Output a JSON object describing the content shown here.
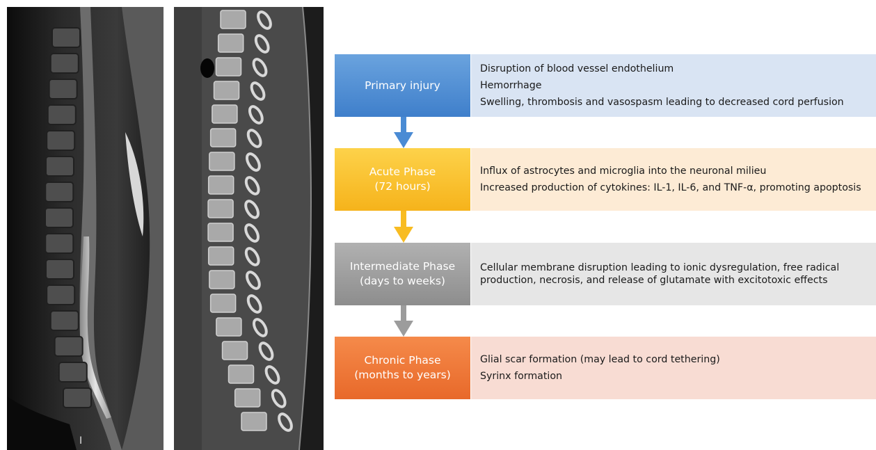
{
  "colors": {
    "primary": "#4a8bd4",
    "acute": "#f8bc22",
    "intermediate": "#9c9c9c",
    "chronic": "#ed7533"
  },
  "images": {
    "mri": "sagittal T2 MRI of spine",
    "ct": "sagittal CT of spine",
    "mri_marker": "I"
  },
  "phases": [
    {
      "title_lines": [
        "Primary injury"
      ],
      "descriptions": [
        "Disruption of blood vessel endothelium",
        "Hemorrhage",
        "Swelling, thrombosis and vasospasm leading to decreased cord perfusion"
      ]
    },
    {
      "title_lines": [
        "Acute Phase",
        "(72 hours)"
      ],
      "descriptions": [
        "Influx of astrocytes and microglia into the neuronal milieu",
        "Increased production of cytokines: IL-1, IL-6, and TNF-α, promoting apoptosis"
      ]
    },
    {
      "title_lines": [
        "Intermediate Phase",
        "(days to weeks)"
      ],
      "descriptions": [
        "Cellular membrane disruption leading to ionic dysregulation, free radical",
        "production, necrosis, and release of glutamate with excitotoxic effects"
      ]
    },
    {
      "title_lines": [
        "Chronic Phase",
        "(months to years)"
      ],
      "descriptions": [
        "Glial scar formation (may lead to cord tethering)",
        "Syrinx formation"
      ]
    }
  ]
}
